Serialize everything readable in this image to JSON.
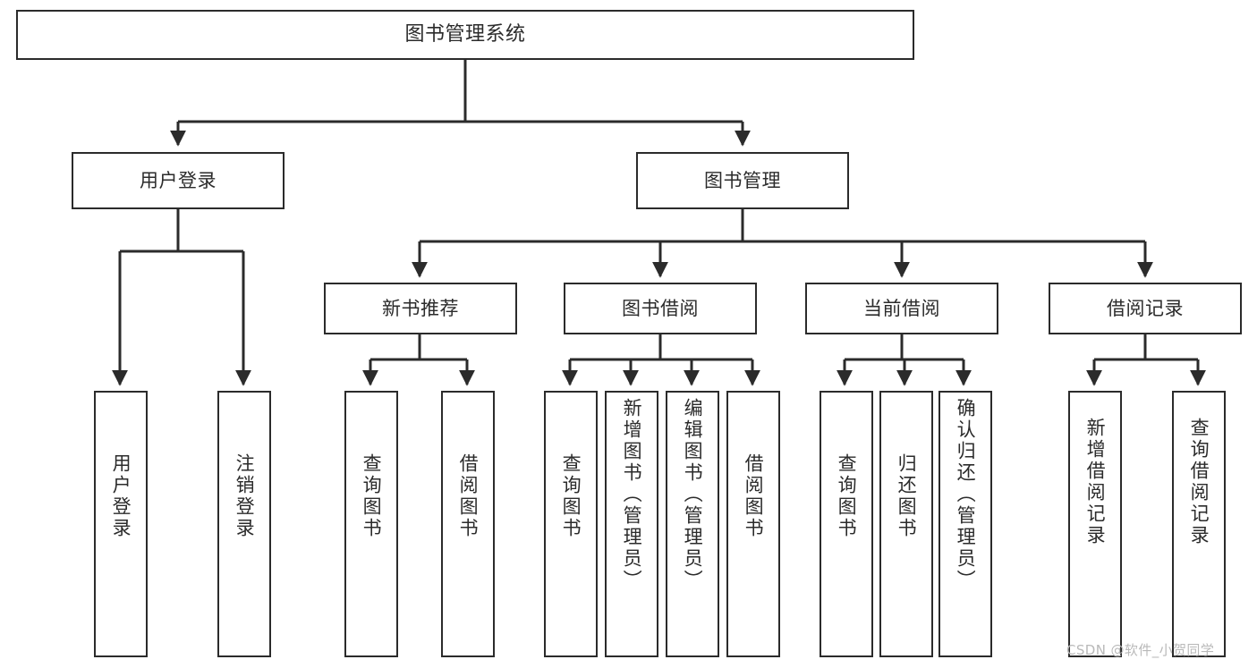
{
  "diagram": {
    "title": "图书管理系统",
    "type": "tree-hierarchy-diagram",
    "levels": {
      "root": {
        "label": "图书管理系统"
      },
      "level2": [
        {
          "label": "用户登录"
        },
        {
          "label": "图书管理"
        }
      ],
      "level3": [
        {
          "label": "新书推荐"
        },
        {
          "label": "图书借阅"
        },
        {
          "label": "当前借阅"
        },
        {
          "label": "借阅记录"
        }
      ],
      "leaves_user_login": [
        {
          "label": "用户登录"
        },
        {
          "label": "注销登录"
        }
      ],
      "leaves_new_book": [
        {
          "label": "查询图书"
        },
        {
          "label": "借阅图书"
        }
      ],
      "leaves_book_borrow": [
        {
          "label": "查询图书"
        },
        {
          "label": "新增图书（管理员）"
        },
        {
          "label": "编辑图书（管理员）"
        },
        {
          "label": "借阅图书"
        }
      ],
      "leaves_current_borrow": [
        {
          "label": "查询图书"
        },
        {
          "label": "归还图书"
        },
        {
          "label": "确认归还（管理员）"
        }
      ],
      "leaves_borrow_record": [
        {
          "label": "新增借阅记录"
        },
        {
          "label": "查询借阅记录"
        }
      ]
    }
  },
  "watermark": {
    "text": "CSDN @软件_小贺同学"
  },
  "colors": {
    "stroke": "#2b2b2b",
    "background": "#ffffff",
    "watermark": "#b9b9b9"
  }
}
